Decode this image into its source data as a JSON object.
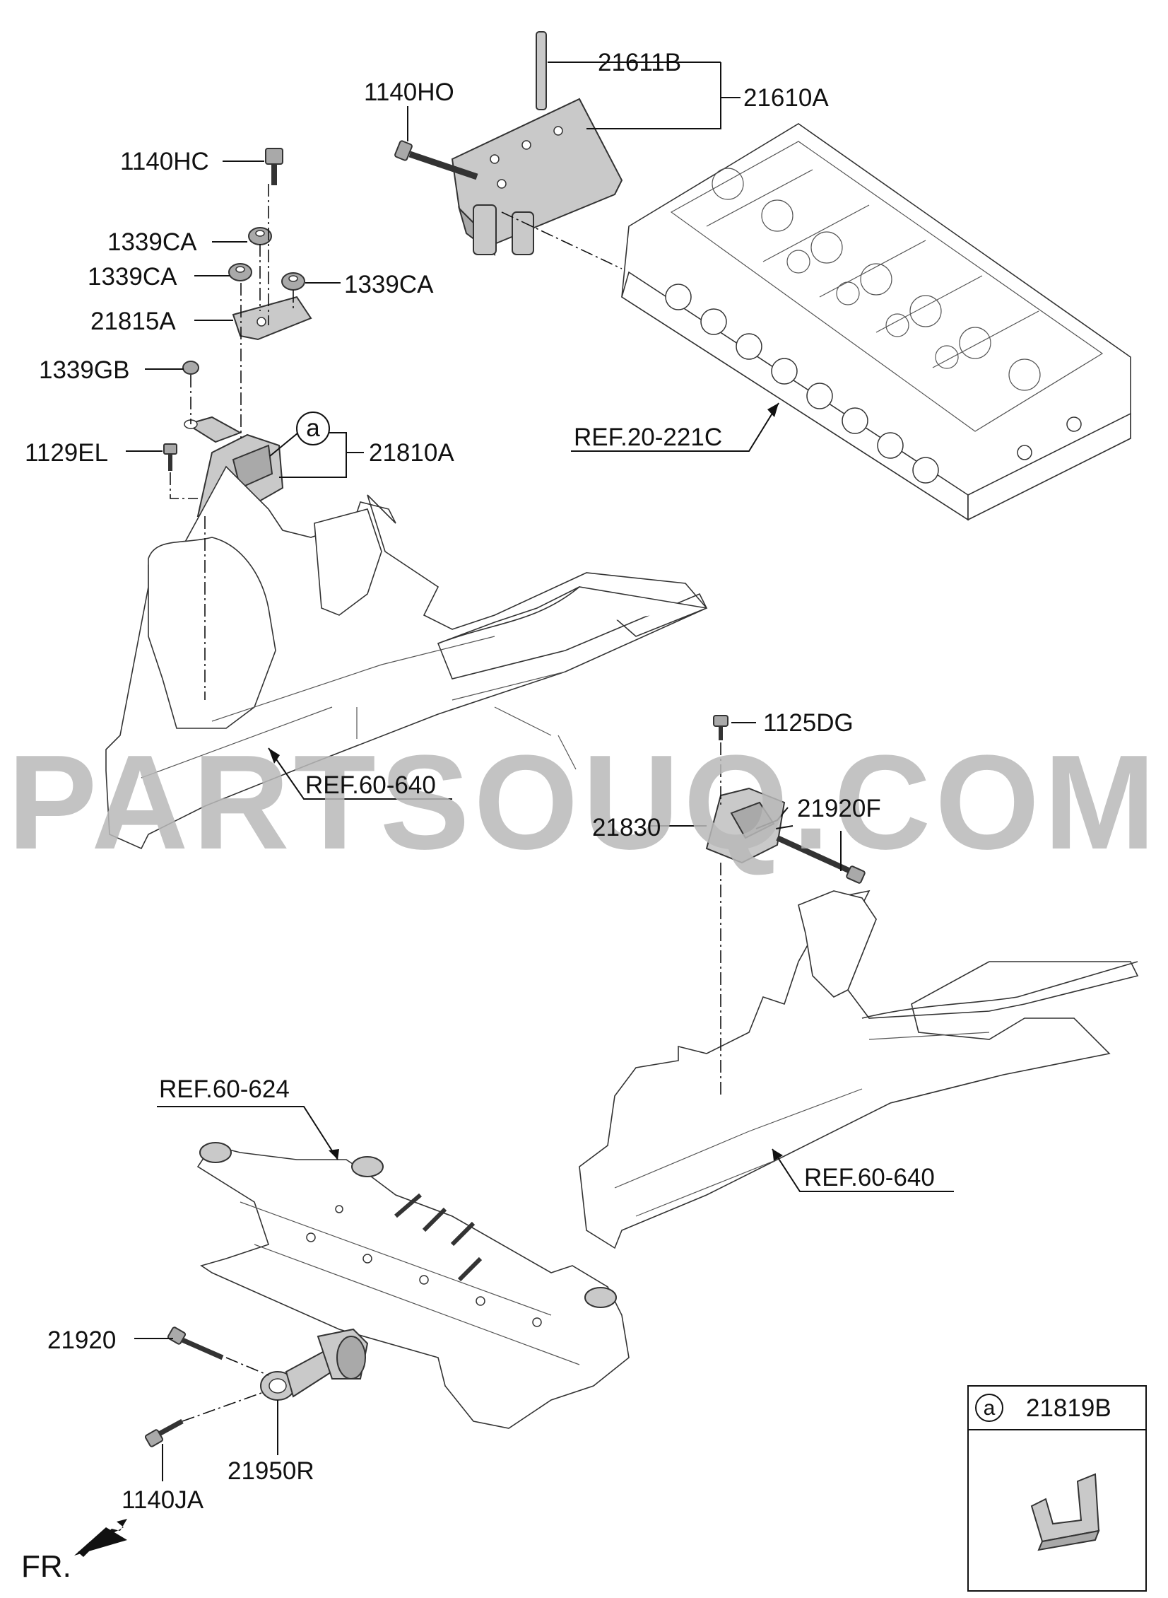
{
  "watermark": "PARTSOUQ.COM",
  "orientation_label": "FR.",
  "part_numbers": {
    "p21611B": "21611B",
    "p21610A": "21610A",
    "p1140HO": "1140HO",
    "p1140HC": "1140HC",
    "p1339CA_a": "1339CA",
    "p1339CA_b": "1339CA",
    "p1339CA_c": "1339CA",
    "p21815A": "21815A",
    "p1339GB": "1339GB",
    "p1129EL": "1129EL",
    "p21810A": "21810A",
    "p1125DG": "1125DG",
    "p21920F": "21920F",
    "p21830": "21830",
    "p21920": "21920",
    "p21950R": "21950R",
    "p1140JA": "1140JA"
  },
  "references": {
    "ref_head": "REF.20-221C",
    "ref_left": "REF.60-640",
    "ref_right": "REF.60-640",
    "ref_subframe": "REF.60-624"
  },
  "callout": {
    "marker": "a",
    "inset_marker": "a",
    "inset_part": "21819B"
  },
  "colors": {
    "part_fill": "#c9c9c9",
    "line": "#111111",
    "watermark": "#b9b9b9"
  }
}
